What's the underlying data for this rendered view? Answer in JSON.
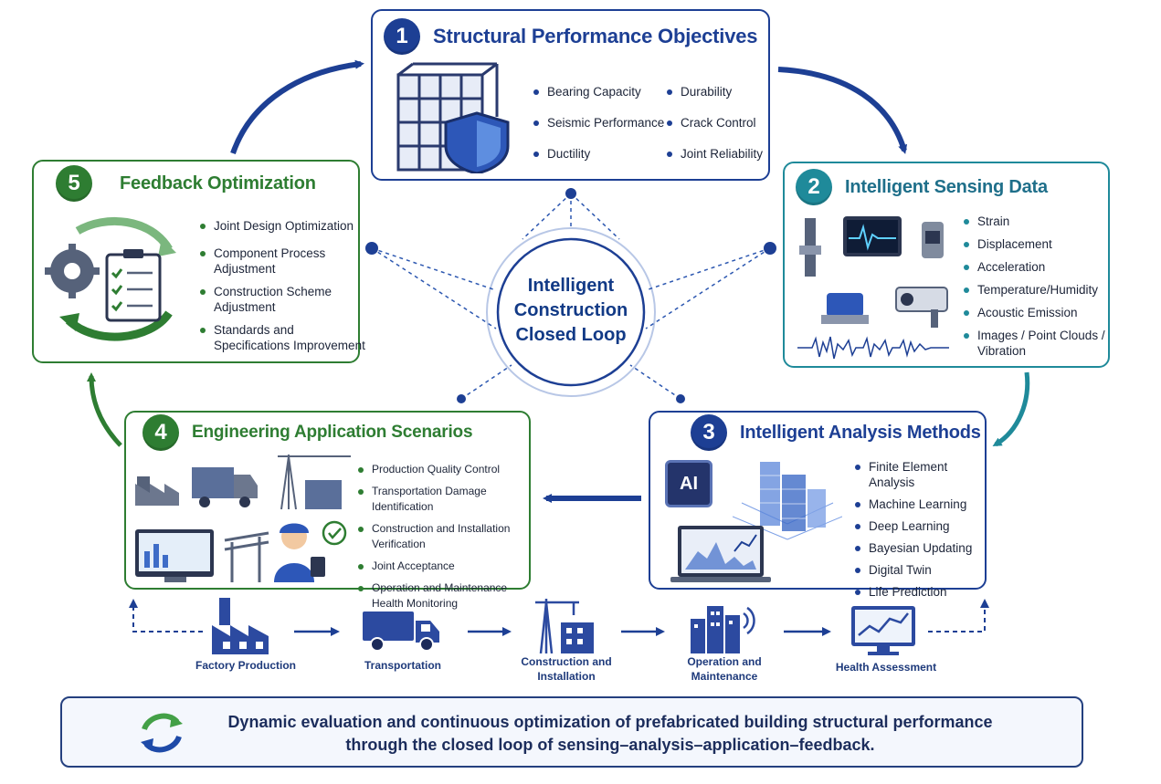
{
  "center": {
    "lines": [
      "Intelligent",
      "Construction",
      "Closed Loop"
    ]
  },
  "card1": {
    "number": "1",
    "title": "Structural Performance Objectives",
    "items_left": [
      "Bearing Capacity",
      "Seismic Performance",
      "Ductility"
    ],
    "items_right": [
      "Durability",
      "Crack Control",
      "Joint Reliability"
    ],
    "color": "#1d3f94"
  },
  "card2": {
    "number": "2",
    "title": "Intelligent Sensing Data",
    "items": [
      "Strain",
      "Displacement",
      "Acceleration",
      "Temperature/Humidity",
      "Acoustic Emission",
      "Images / Point Clouds / Vibration"
    ],
    "color": "#1f8a9a"
  },
  "card3": {
    "number": "3",
    "title": "Intelligent Analysis Methods",
    "items": [
      "Finite Element Analysis",
      "Machine Learning",
      "Deep Learning",
      "Bayesian Updating",
      "Digital Twin",
      "Life Prediction"
    ],
    "color": "#1d3f94",
    "ai_chip": "AI"
  },
  "card4": {
    "number": "4",
    "title": "Engineering Application Scenarios",
    "items": [
      "Production Quality Control",
      "Transportation Damage Identification",
      "Construction and Installation Verification",
      "Joint Acceptance",
      "Operation and Maintenance Health Monitoring"
    ],
    "color": "#2e7d32"
  },
  "card5": {
    "number": "5",
    "title": "Feedback Optimization",
    "items": [
      "Joint Design Optimization",
      "Component Process Adjustment",
      "Construction Scheme Adjustment",
      "Standards and Specifications Improvement"
    ],
    "color": "#2e7d32"
  },
  "stages": [
    "Factory Production",
    "Transportation",
    "Construction and Installation",
    "Operation and Maintenance",
    "Health Assessment"
  ],
  "banner": {
    "text": "Dynamic evaluation and continuous optimization of prefabricated building structural performance through the closed loop of sensing–analysis–application–feedback."
  }
}
